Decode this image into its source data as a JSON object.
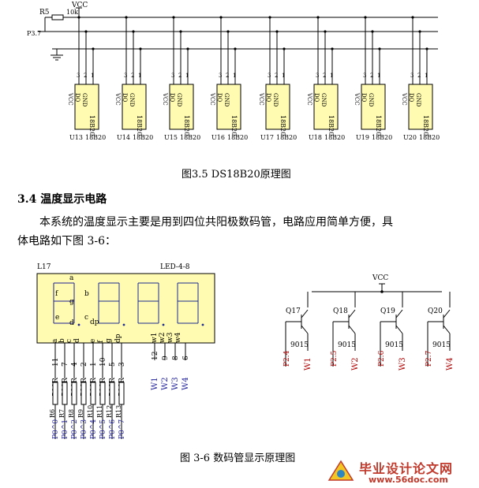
{
  "fig35": {
    "res_label": "R5",
    "res_value": "10k",
    "vcc": "VCC",
    "pin_label": "P3.7",
    "chip_pins": [
      "VCC",
      "DQ",
      "GND"
    ],
    "chip_name": "18B20",
    "pin_nums": [
      "3",
      "2",
      "1"
    ],
    "chips": [
      {
        "ref": "U13",
        "part": "18B20"
      },
      {
        "ref": "U14",
        "part": "18B20"
      },
      {
        "ref": "U15",
        "part": "18B20"
      },
      {
        "ref": "U16",
        "part": "18B20"
      },
      {
        "ref": "U17",
        "part": "18B20"
      },
      {
        "ref": "U18",
        "part": "18B20"
      },
      {
        "ref": "U19",
        "part": "18B20"
      },
      {
        "ref": "U20",
        "part": "18B20"
      }
    ],
    "caption": "图3.5 DS18B20原理图"
  },
  "section": {
    "heading": "3.4 温度显示电路",
    "para_line1": "本系统的温度显示主要是用到四位共阳极数码管，电路应用简单方便，具",
    "para_line2": "体电路如下图 3-6："
  },
  "fig36": {
    "led_ref": "L17",
    "led_part": "LED-4-8",
    "segments": [
      "a",
      "b",
      "c",
      "d",
      "e",
      "f",
      "g",
      "dp"
    ],
    "pin_row": [
      "a",
      "b",
      "c",
      "d",
      "e",
      "f",
      "g",
      "dp",
      "w1",
      "w2",
      "w3",
      "w4"
    ],
    "seg_pin_numbers": [
      "11",
      "7",
      "4",
      "2",
      "1",
      "10",
      "5",
      "3"
    ],
    "digit_pin_numbers": [
      "12",
      "9",
      "8",
      "6"
    ],
    "digit_nets": [
      "W1",
      "W2",
      "W3",
      "W4"
    ],
    "resistors": [
      {
        "value": "500R",
        "ref": "R6",
        "port": "P0^0"
      },
      {
        "value": "500R",
        "ref": "R7",
        "port": "P0^1"
      },
      {
        "value": "500R",
        "ref": "R8",
        "port": "P0^2"
      },
      {
        "value": "500R",
        "ref": "R9",
        "port": "P0^3"
      },
      {
        "value": "500R",
        "ref": "R10",
        "port": "P0^4"
      },
      {
        "value": "500R",
        "ref": "R11",
        "port": "P0^5"
      },
      {
        "value": "500R",
        "ref": "R12",
        "port": "P0^6"
      },
      {
        "value": "500R",
        "ref": "R13",
        "port": "P0^7"
      }
    ],
    "vcc": "VCC",
    "transistors": [
      {
        "ref": "Q17",
        "part": "9015",
        "port": "P2.4",
        "net": "W1"
      },
      {
        "ref": "Q18",
        "part": "9015",
        "port": "P2.5",
        "net": "W2"
      },
      {
        "ref": "Q19",
        "part": "9015",
        "port": "P2.6",
        "net": "W3"
      },
      {
        "ref": "Q20",
        "part": "9015",
        "port": "P2.7",
        "net": "W4"
      }
    ],
    "caption": "图 3-6 数码管显示原理图"
  },
  "footer": {
    "title": "毕业设计论文网",
    "url": "www.56doc.com"
  },
  "colors": {
    "chip_fill": "#fffbb0",
    "line": "#000000",
    "net_blue": "#1f1f99",
    "net_red": "#b00000",
    "footer_red": "#c0392b"
  }
}
